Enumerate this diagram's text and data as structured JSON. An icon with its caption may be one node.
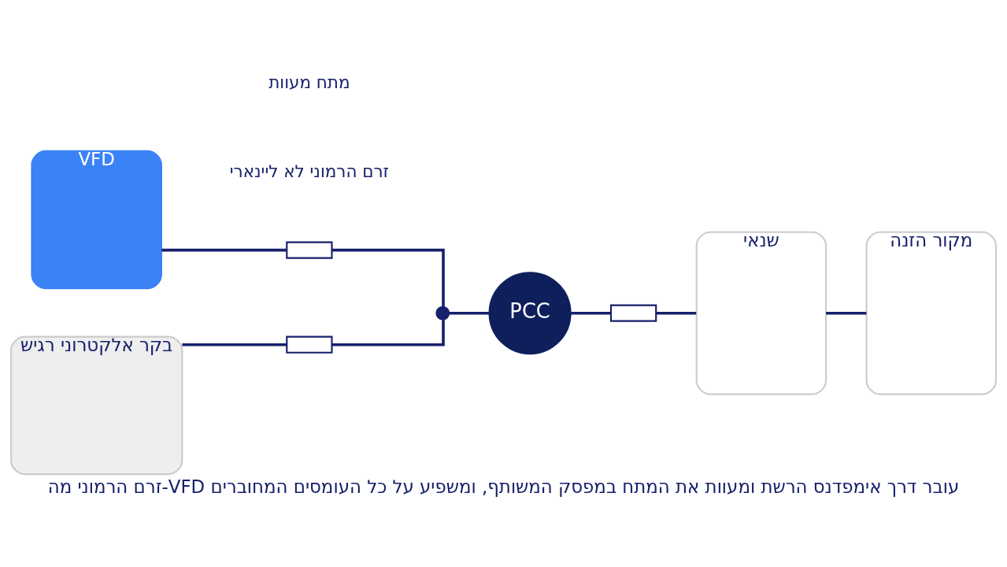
{
  "diagram": {
    "caption": "זרם הרמוני מה-VFD עובר דרך אימפדנס הרשת ומעוות את המתח במפסק המשותף, ומשפיע על כל העומסים המחוברים",
    "nodes": [
      {
        "text": [
          "VFD"
        ]
      },
      {
        "text": [],
        "shape": "resistor"
      },
      {
        "text": [],
        "shape": "circle"
      },
      {
        "text": [
          "PCC"
        ]
      },
      {
        "text": [],
        "shape": "resistor"
      },
      {
        "text": [
          "שנאי"
        ]
      },
      {
        "text": [
          "מקור הזנה"
        ]
      },
      {
        "text": [
          "בקר אלקטרוני רגיש"
        ]
      },
      {
        "text": [],
        "shape": "resistor"
      }
    ],
    "edges": [
      {
        "from": 0,
        "to": 1,
        "arrow": "none"
      },
      {
        "from": 1,
        "to": 2,
        "arrow": "none"
      },
      {
        "from": 7,
        "to": 8,
        "arrow": "none"
      },
      {
        "from": 8,
        "to": 2,
        "arrow": "none"
      },
      {
        "from": 2,
        "to": 3,
        "arrow": "none"
      },
      {
        "from": 3,
        "to": 4,
        "arrow": "none"
      },
      {
        "from": 4,
        "to": 5,
        "arrow": "none"
      },
      {
        "from": 5,
        "to": 6,
        "arrow": "none"
      }
    ],
    "labels": [
      "זרם הרמוני לא ליינארי",
      "מתח מעוות"
    ]
  }
}
